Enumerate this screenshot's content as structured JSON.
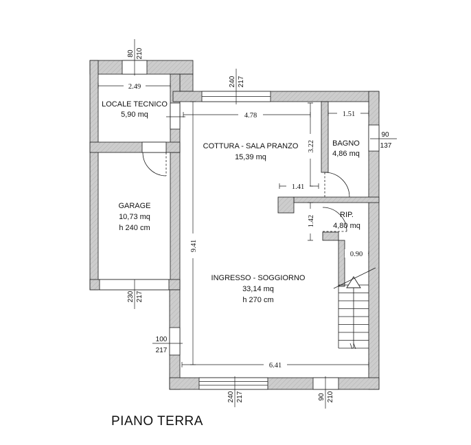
{
  "plan": {
    "title": "PIANO TERRA",
    "rooms": {
      "locale_tecnico": {
        "name": "LOCALE TECNICO",
        "area": "5,90 mq"
      },
      "garage": {
        "name": "GARAGE",
        "area": "10,73 mq",
        "height": "h 240 cm"
      },
      "cottura": {
        "name": "COTTURA - SALA PRANZO",
        "area": "15,39 mq"
      },
      "bagno": {
        "name": "BAGNO",
        "area": "4,86 mq"
      },
      "rip": {
        "name": "RIP.",
        "area": "4,80 mq"
      },
      "ingresso": {
        "name": "INGRESSO - SOGGIORNO",
        "area": "33,14 mq",
        "height": "h 270 cm"
      }
    },
    "dims": {
      "lt_width": "2.49",
      "cottura_width": "4.78",
      "bagno_width": "1.51",
      "bagno_depth": "3.22",
      "kitchen_wall": "1.41",
      "rip_door": "1.42",
      "stair_passage": "0.90",
      "soggiorno_depth": "9.41",
      "soggiorno_width": "6.41"
    },
    "openings": {
      "top_door": {
        "w": "80",
        "h": "210"
      },
      "top_window": {
        "w": "240",
        "h": "217"
      },
      "bagno_window": {
        "w": "90",
        "h": "137"
      },
      "garage_door": {
        "w": "230",
        "h": "217"
      },
      "left_door": {
        "w": "100",
        "h": "217"
      },
      "bottom_window": {
        "w": "240",
        "h": "217"
      },
      "bottom_door": {
        "w": "90",
        "h": "210"
      }
    },
    "colors": {
      "wall_fill": "#cdcdcd",
      "wall_hatch": "#b3b3b3",
      "line": "#1a1a1a"
    }
  }
}
